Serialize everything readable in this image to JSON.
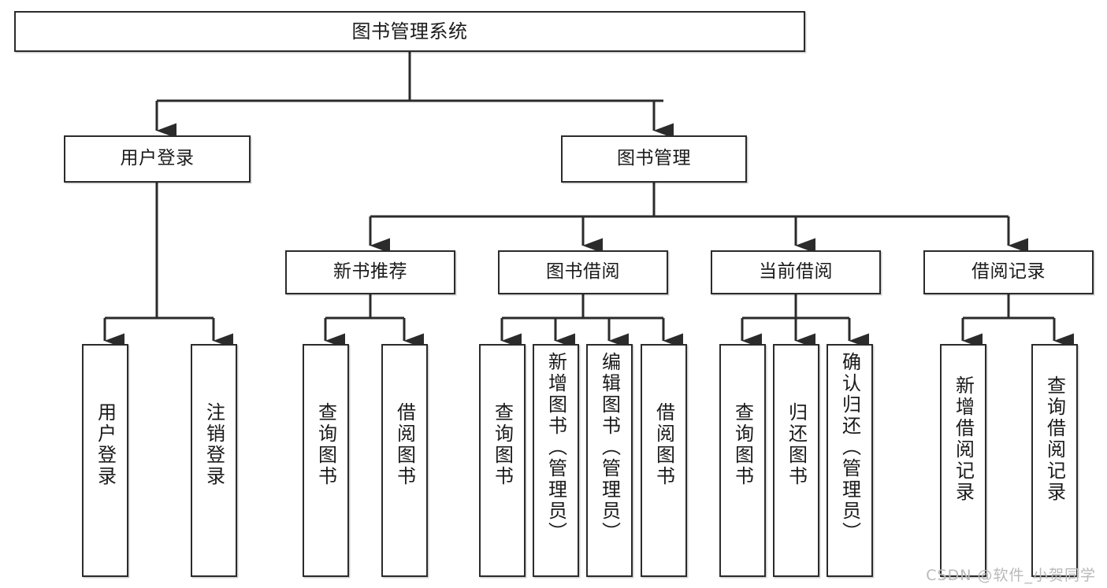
{
  "diagram": {
    "title": "图书管理系统",
    "type": "tree-hierarchy",
    "watermark": "CSDN @软件_小贺同学",
    "colors": {
      "box_border": "#2b2b2b",
      "box_fill": "#ffffff",
      "connector": "#2b2b2b",
      "text": "#1a1a1a",
      "watermark": "#b9b9b9"
    },
    "levels": {
      "root": {
        "label": "图书管理系统"
      },
      "level2": [
        {
          "label": "用户登录"
        },
        {
          "label": "图书管理"
        }
      ],
      "level3": [
        {
          "label": "新书推荐"
        },
        {
          "label": "图书借阅"
        },
        {
          "label": "当前借阅"
        },
        {
          "label": "借阅记录"
        }
      ],
      "leaves": [
        {
          "label": "用户登录",
          "parent": "用户登录"
        },
        {
          "label": "注销登录",
          "parent": "用户登录"
        },
        {
          "label": "查询图书",
          "parent": "新书推荐"
        },
        {
          "label": "借阅图书",
          "parent": "新书推荐"
        },
        {
          "label": "查询图书",
          "parent": "图书借阅"
        },
        {
          "label": "新增图书（管理员）",
          "parent": "图书借阅"
        },
        {
          "label": "编辑图书（管理员）",
          "parent": "图书借阅"
        },
        {
          "label": "借阅图书",
          "parent": "图书借阅"
        },
        {
          "label": "查询图书",
          "parent": "当前借阅"
        },
        {
          "label": "归还图书",
          "parent": "当前借阅"
        },
        {
          "label": "确认归还（管理员）",
          "parent": "当前借阅"
        },
        {
          "label": "新增借阅记录",
          "parent": "借阅记录"
        },
        {
          "label": "查询借阅记录",
          "parent": "借阅记录"
        }
      ]
    }
  }
}
